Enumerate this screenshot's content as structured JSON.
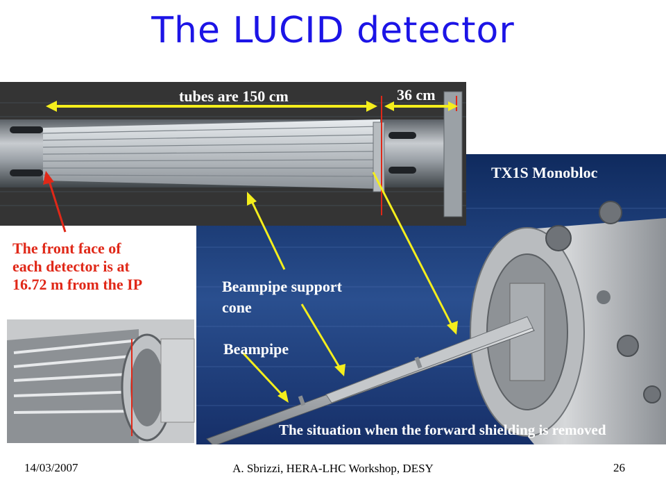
{
  "slide": {
    "title": "The LUCID detector",
    "footer": {
      "date": "14/03/2007",
      "author": "A. Sbrizzi, HERA-LHC Workshop, DESY",
      "page": "26"
    }
  },
  "figure": {
    "length_label": "tubes are 150 cm",
    "gap_label": "36 cm",
    "monobloc_label": "TX1S Monobloc",
    "front_face_lines": [
      "The front face of",
      "each detector is at",
      "16.72 m from the IP"
    ],
    "support_lines": [
      "Beampipe support",
      "cone"
    ],
    "beampipe_label": "Beampipe",
    "caption": "The situation when the forward shielding is removed"
  },
  "colors": {
    "title": "#1c14e6",
    "arrow_yellow": "#f4ee1c",
    "note_red": "#e02818",
    "panel_blue": "#1d3c78"
  }
}
